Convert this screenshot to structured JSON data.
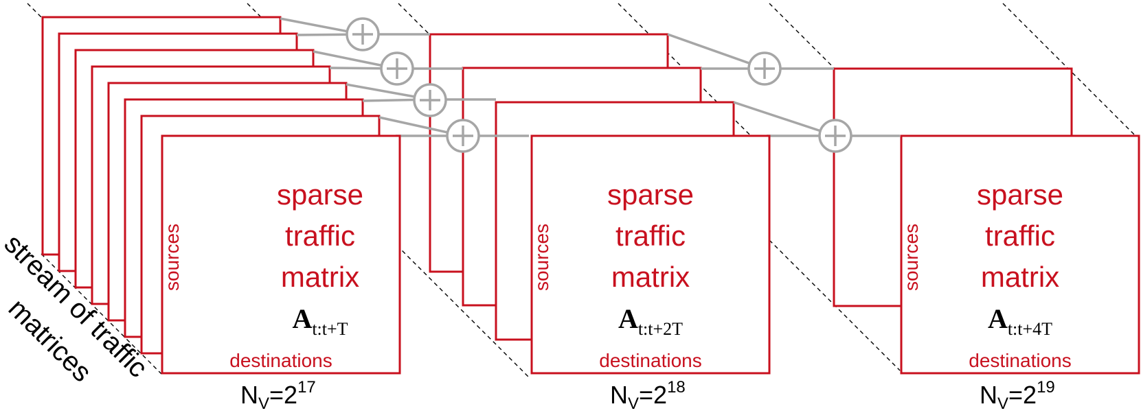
{
  "colors": {
    "matrix_stroke": "#c8101e",
    "matrix_text": "#c8101e",
    "connector": "#a6a6a6",
    "dashed": "#000000",
    "label": "#000000"
  },
  "stream_label_line1": "stream of traffic",
  "stream_label_line2": "matrices",
  "icons": {
    "sum": "circle-plus-icon"
  },
  "matrices": [
    {
      "title_line1": "sparse",
      "title_line2": "traffic",
      "title_line3": "matrix",
      "symbol": "A",
      "subscript": "t:t+T",
      "rows_label": "sources",
      "cols_label": "destinations",
      "size_base": "N",
      "size_sub": "V",
      "size_eq": "=2",
      "size_exp": "17"
    },
    {
      "title_line1": "sparse",
      "title_line2": "traffic",
      "title_line3": "matrix",
      "symbol": "A",
      "subscript": "t:t+2T",
      "rows_label": "sources",
      "cols_label": "destinations",
      "size_base": "N",
      "size_sub": "V",
      "size_eq": "=2",
      "size_exp": "18"
    },
    {
      "title_line1": "sparse",
      "title_line2": "traffic",
      "title_line3": "matrix",
      "symbol": "A",
      "subscript": "t:t+4T",
      "rows_label": "sources",
      "cols_label": "destinations",
      "size_base": "N",
      "size_sub": "V",
      "size_eq": "=2",
      "size_exp": "19"
    }
  ]
}
